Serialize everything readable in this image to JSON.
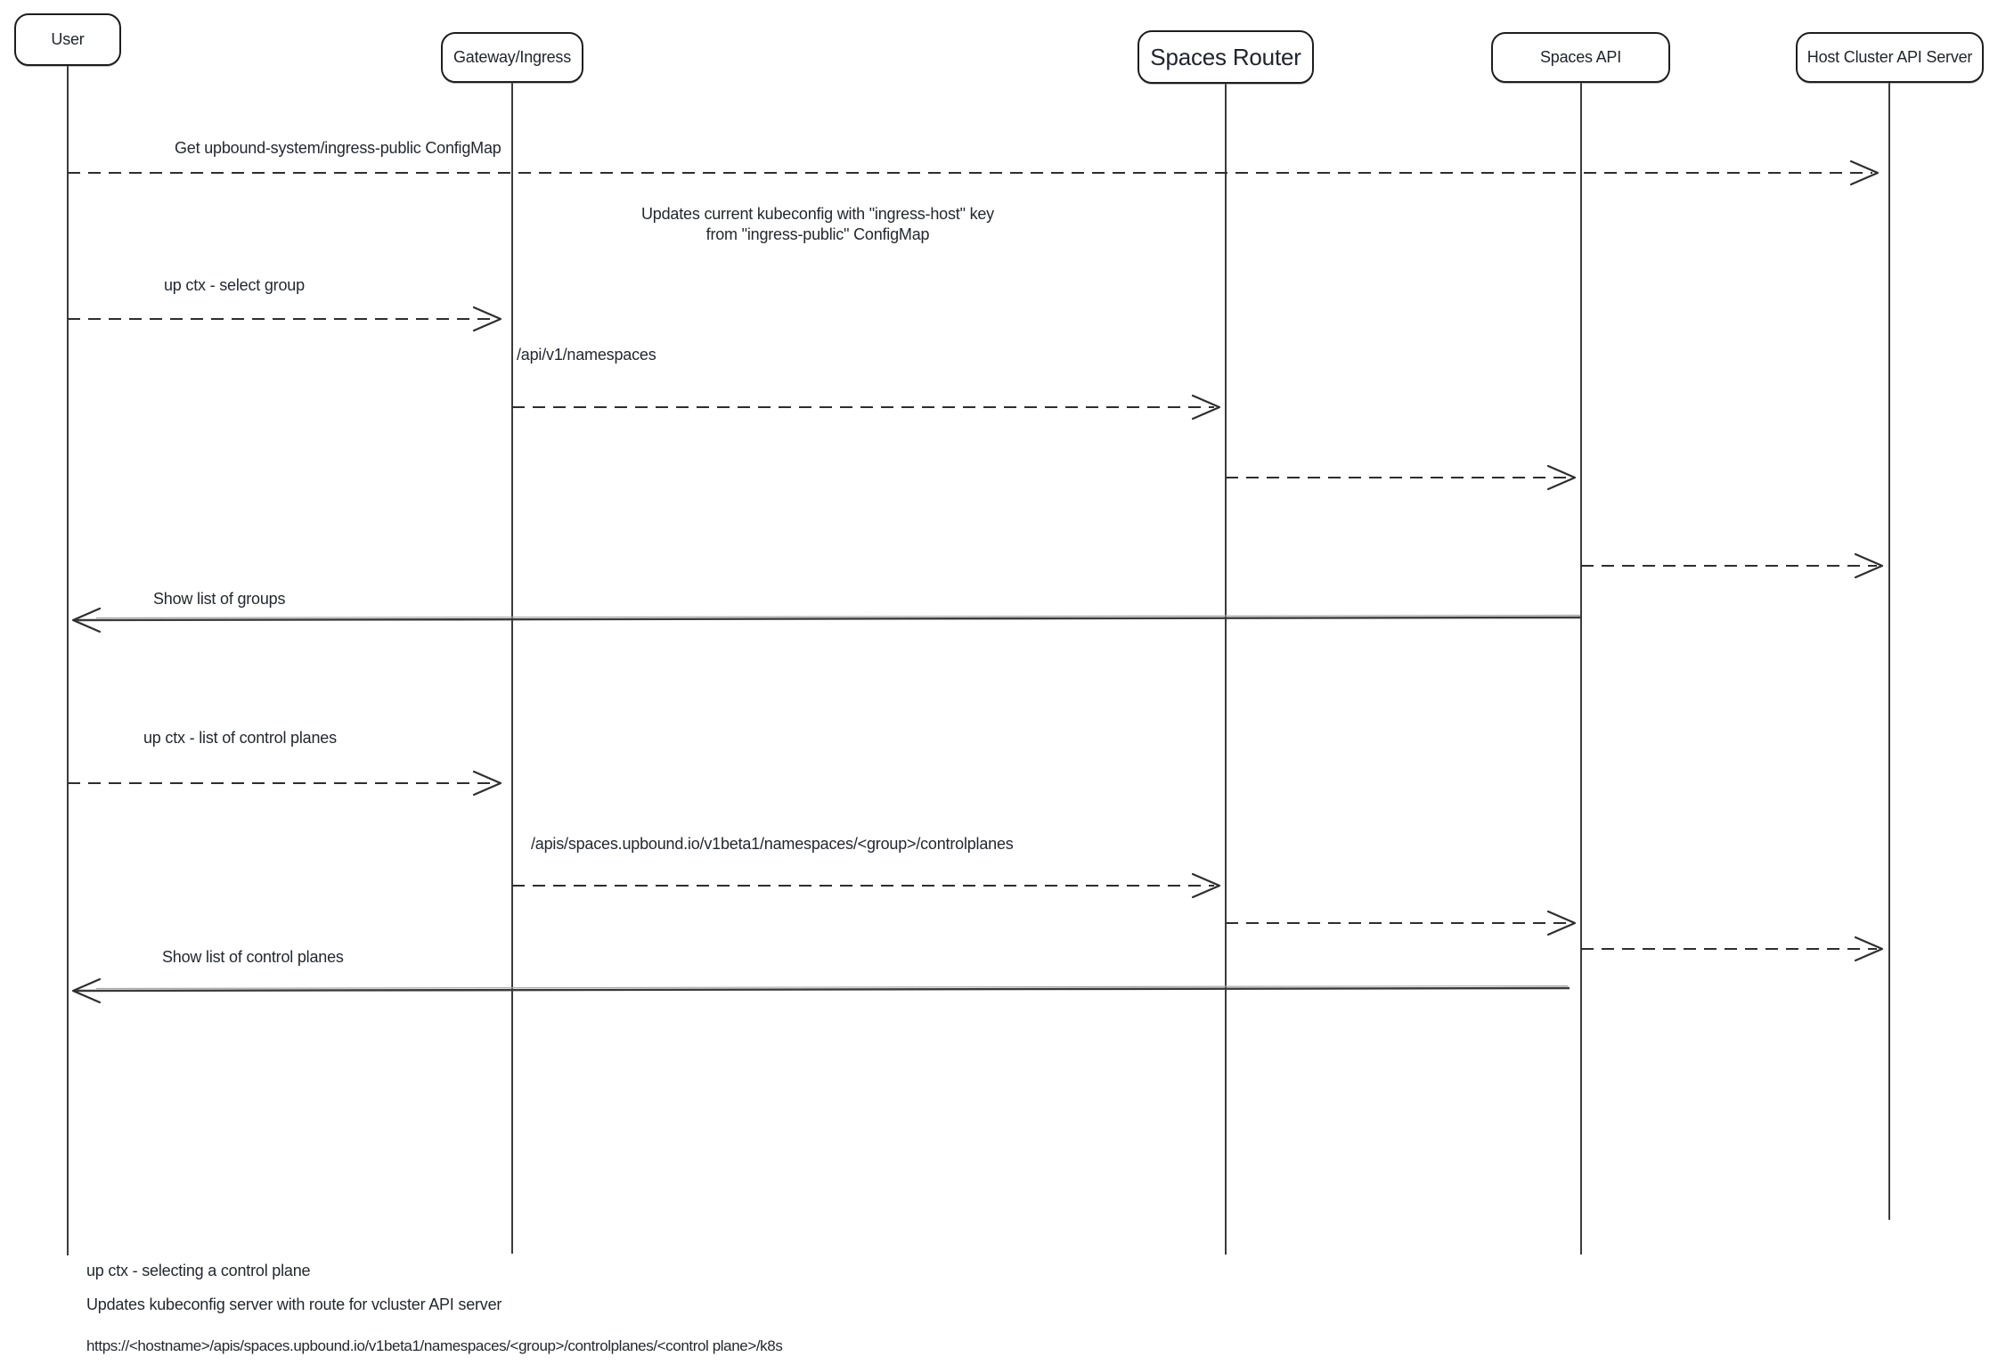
{
  "diagram": {
    "type": "sequence-diagram",
    "colors": {
      "stroke": "#2e2e2e",
      "text": "#24282f",
      "background": "#ffffff"
    },
    "actors": [
      {
        "id": "user",
        "label": "User"
      },
      {
        "id": "gateway",
        "label": "Gateway/Ingress"
      },
      {
        "id": "spaces-router",
        "label": "Spaces Router"
      },
      {
        "id": "spaces-api",
        "label": "Spaces API"
      },
      {
        "id": "host-cluster",
        "label": "Host Cluster API Server"
      }
    ],
    "note": {
      "line1": "Updates current kubeconfig with \"ingress-host\" key",
      "line2": "from \"ingress-public\" ConfigMap"
    },
    "messages": [
      {
        "from": "user",
        "to": "host-cluster",
        "style": "dashed",
        "label": "Get upbound-system/ingress-public ConfigMap"
      },
      {
        "from": "user",
        "to": "gateway",
        "style": "dashed",
        "label": "up ctx - select group"
      },
      {
        "from": "gateway",
        "to": "spaces-router",
        "style": "dashed",
        "label": "/api/v1/namespaces"
      },
      {
        "from": "spaces-router",
        "to": "spaces-api",
        "style": "dashed",
        "label": ""
      },
      {
        "from": "spaces-api",
        "to": "host-cluster",
        "style": "dashed",
        "label": ""
      },
      {
        "from": "spaces-api",
        "to": "user",
        "style": "solid",
        "label": "Show list of groups"
      },
      {
        "from": "user",
        "to": "gateway",
        "style": "dashed",
        "label": "up ctx - list of control planes"
      },
      {
        "from": "gateway",
        "to": "spaces-router",
        "style": "dashed",
        "label": "/apis/spaces.upbound.io/v1beta1/namespaces/<group>/controlplanes"
      },
      {
        "from": "spaces-router",
        "to": "spaces-api",
        "style": "dashed",
        "label": ""
      },
      {
        "from": "spaces-api",
        "to": "host-cluster",
        "style": "dashed",
        "label": ""
      },
      {
        "from": "spaces-api",
        "to": "user",
        "style": "solid",
        "label": "Show list of control planes"
      }
    ],
    "footnotes": [
      "up ctx - selecting a control plane",
      "Updates kubeconfig server with route for vcluster API server",
      "https://<hostname>/apis/spaces.upbound.io/v1beta1/namespaces/<group>/controlplanes/<control plane>/k8s"
    ]
  }
}
